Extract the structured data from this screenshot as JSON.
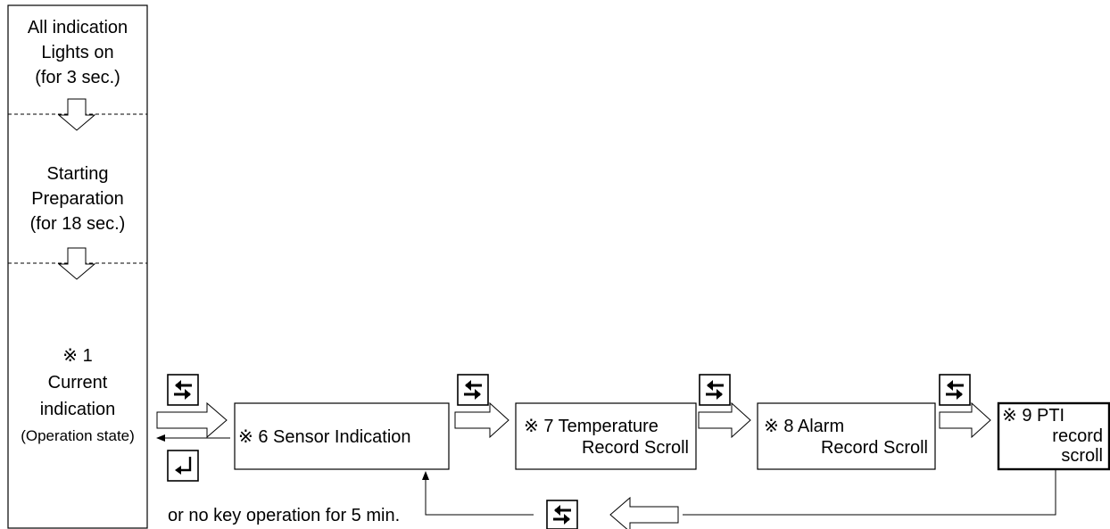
{
  "diagram": {
    "startup": {
      "all_on_1": "All indication",
      "all_on_2": "Lights on",
      "all_on_3": "(for 3 sec.)",
      "prep_1": "Starting",
      "prep_2": "Preparation",
      "prep_3": "(for 18 sec.)"
    },
    "current": {
      "ref": "※ 1",
      "line1": "Current",
      "line2": "indication",
      "line3": "(Operation state)"
    },
    "nodes": {
      "sensor": "※  6  Sensor Indication",
      "temp_1": "※ 7 Temperature",
      "temp_2": "Record Scroll",
      "alarm_1": "※ 8 Alarm",
      "alarm_2": "Record Scroll",
      "pti_1": "※ 9 PTI",
      "pti_2": "record",
      "pti_3": "scroll"
    },
    "note": "or no key operation for 5 min.",
    "icons": {
      "select_key": "select-key-icon",
      "enter_key": "enter-key-icon",
      "flow_arrow": "hollow-arrow-icon"
    }
  }
}
